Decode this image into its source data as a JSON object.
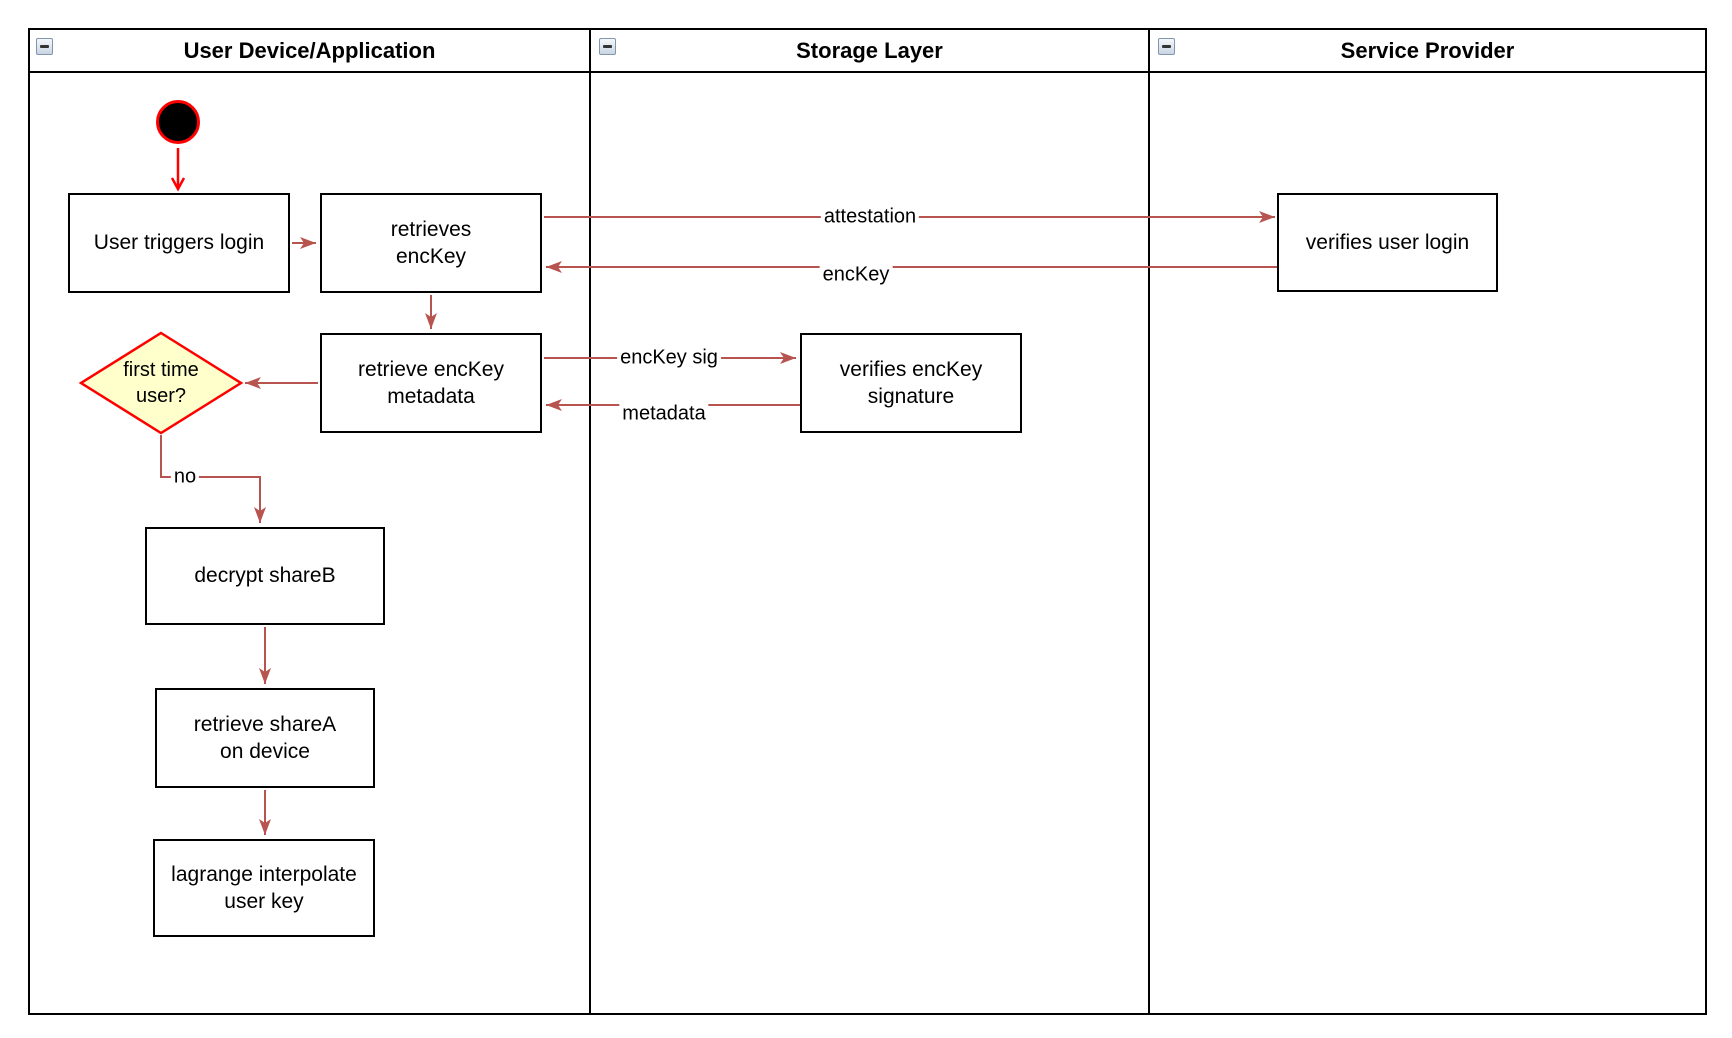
{
  "lanes": [
    {
      "title": "User Device/Application"
    },
    {
      "title": "Storage Layer"
    },
    {
      "title": "Service Provider"
    }
  ],
  "nodes": {
    "user_triggers_login": {
      "label": "User triggers login"
    },
    "retrieves_enckey": {
      "label": "retrieves\nencKey"
    },
    "retrieve_enckey_metadata": {
      "label": "retrieve encKey\nmetadata"
    },
    "first_time_user": {
      "label": "first time\nuser?"
    },
    "decrypt_shareb": {
      "label": "decrypt shareB"
    },
    "retrieve_sharea_on_device": {
      "label": "retrieve shareA\non device"
    },
    "lagrange_interpolate_user_key": {
      "label": "lagrange interpolate\nuser key"
    },
    "verifies_enckey_signature": {
      "label": "verifies encKey\nsignature"
    },
    "verifies_user_login": {
      "label": "verifies user login"
    }
  },
  "edge_labels": {
    "attestation": "attestation",
    "enckey": "encKey",
    "enckey_sig": "encKey sig",
    "metadata": "metadata",
    "no": "no"
  },
  "icons": {
    "lane_collapse": "minus-icon"
  },
  "colors": {
    "arrow": "#B85450",
    "accent_red": "#FF0000",
    "decision_fill": "#FFFFCC",
    "node_border": "#000000",
    "node_fill": "#FFFFFF"
  }
}
